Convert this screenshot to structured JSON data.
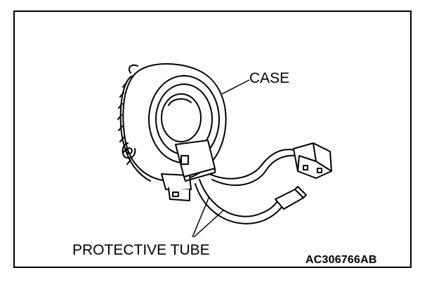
{
  "labels": {
    "case": "CASE",
    "protective_tube": "PROTECTIVE TUBE",
    "figure_code": "AC306766AB"
  },
  "colors": {
    "ink": "#000000",
    "paper": "#ffffff"
  }
}
